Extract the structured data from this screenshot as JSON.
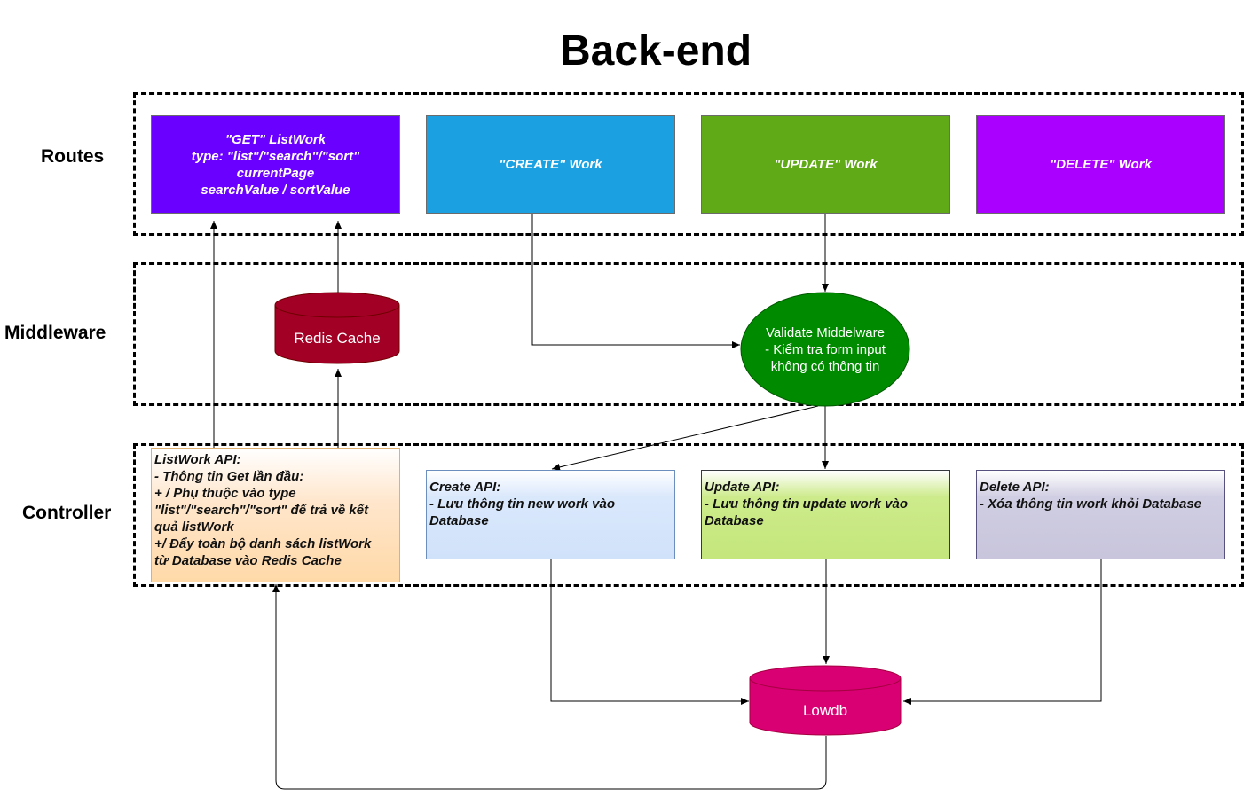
{
  "title": "Back-end",
  "lanes": {
    "routes": "Routes",
    "middleware": "Middleware",
    "controller": "Controller"
  },
  "routes": {
    "get_listwork": [
      "\"GET\" ListWork",
      "type: \"list\"/\"search\"/\"sort\"",
      "currentPage",
      "searchValue / sortValue"
    ],
    "create": "\"CREATE\" Work",
    "update": "\"UPDATE\" Work",
    "delete": "\"DELETE\" Work"
  },
  "middleware": {
    "redis": "Redis Cache",
    "validate": [
      "Validate Middelware",
      "- Kiểm tra form input",
      "không có thông tin"
    ]
  },
  "controller": {
    "listwork_api": [
      "ListWork API:",
      "- Thông tin Get lần đầu:",
      "+ / Phụ thuộc vào type",
      "\"list\"/\"search\"/\"sort\" để trả về kết",
      "quả listWork",
      "+/ Đẩy toàn bộ danh sách listWork",
      "từ Database vào Redis Cache"
    ],
    "create_api": [
      "Create API:",
      "- Lưu thông tin new work vào",
      "Database"
    ],
    "update_api": [
      "Update API:",
      "- Lưu thông tin update work vào",
      "Database"
    ],
    "delete_api": [
      "Delete API:",
      "- Xóa thông tin work khỏi Database"
    ]
  },
  "database": "Lowdb",
  "colors": {
    "get": "#6a00ff",
    "create": "#1ba1e2",
    "update": "#60a917",
    "delete": "#aa00ff",
    "redis": "#a20025",
    "validate": "#008a00",
    "lowdb": "#d80073",
    "listwork_fill": "#ffe6cc",
    "create_fill": "#dae8fc",
    "update_fill": "#cdeb8b",
    "delete_fill": "#d0cee2"
  }
}
